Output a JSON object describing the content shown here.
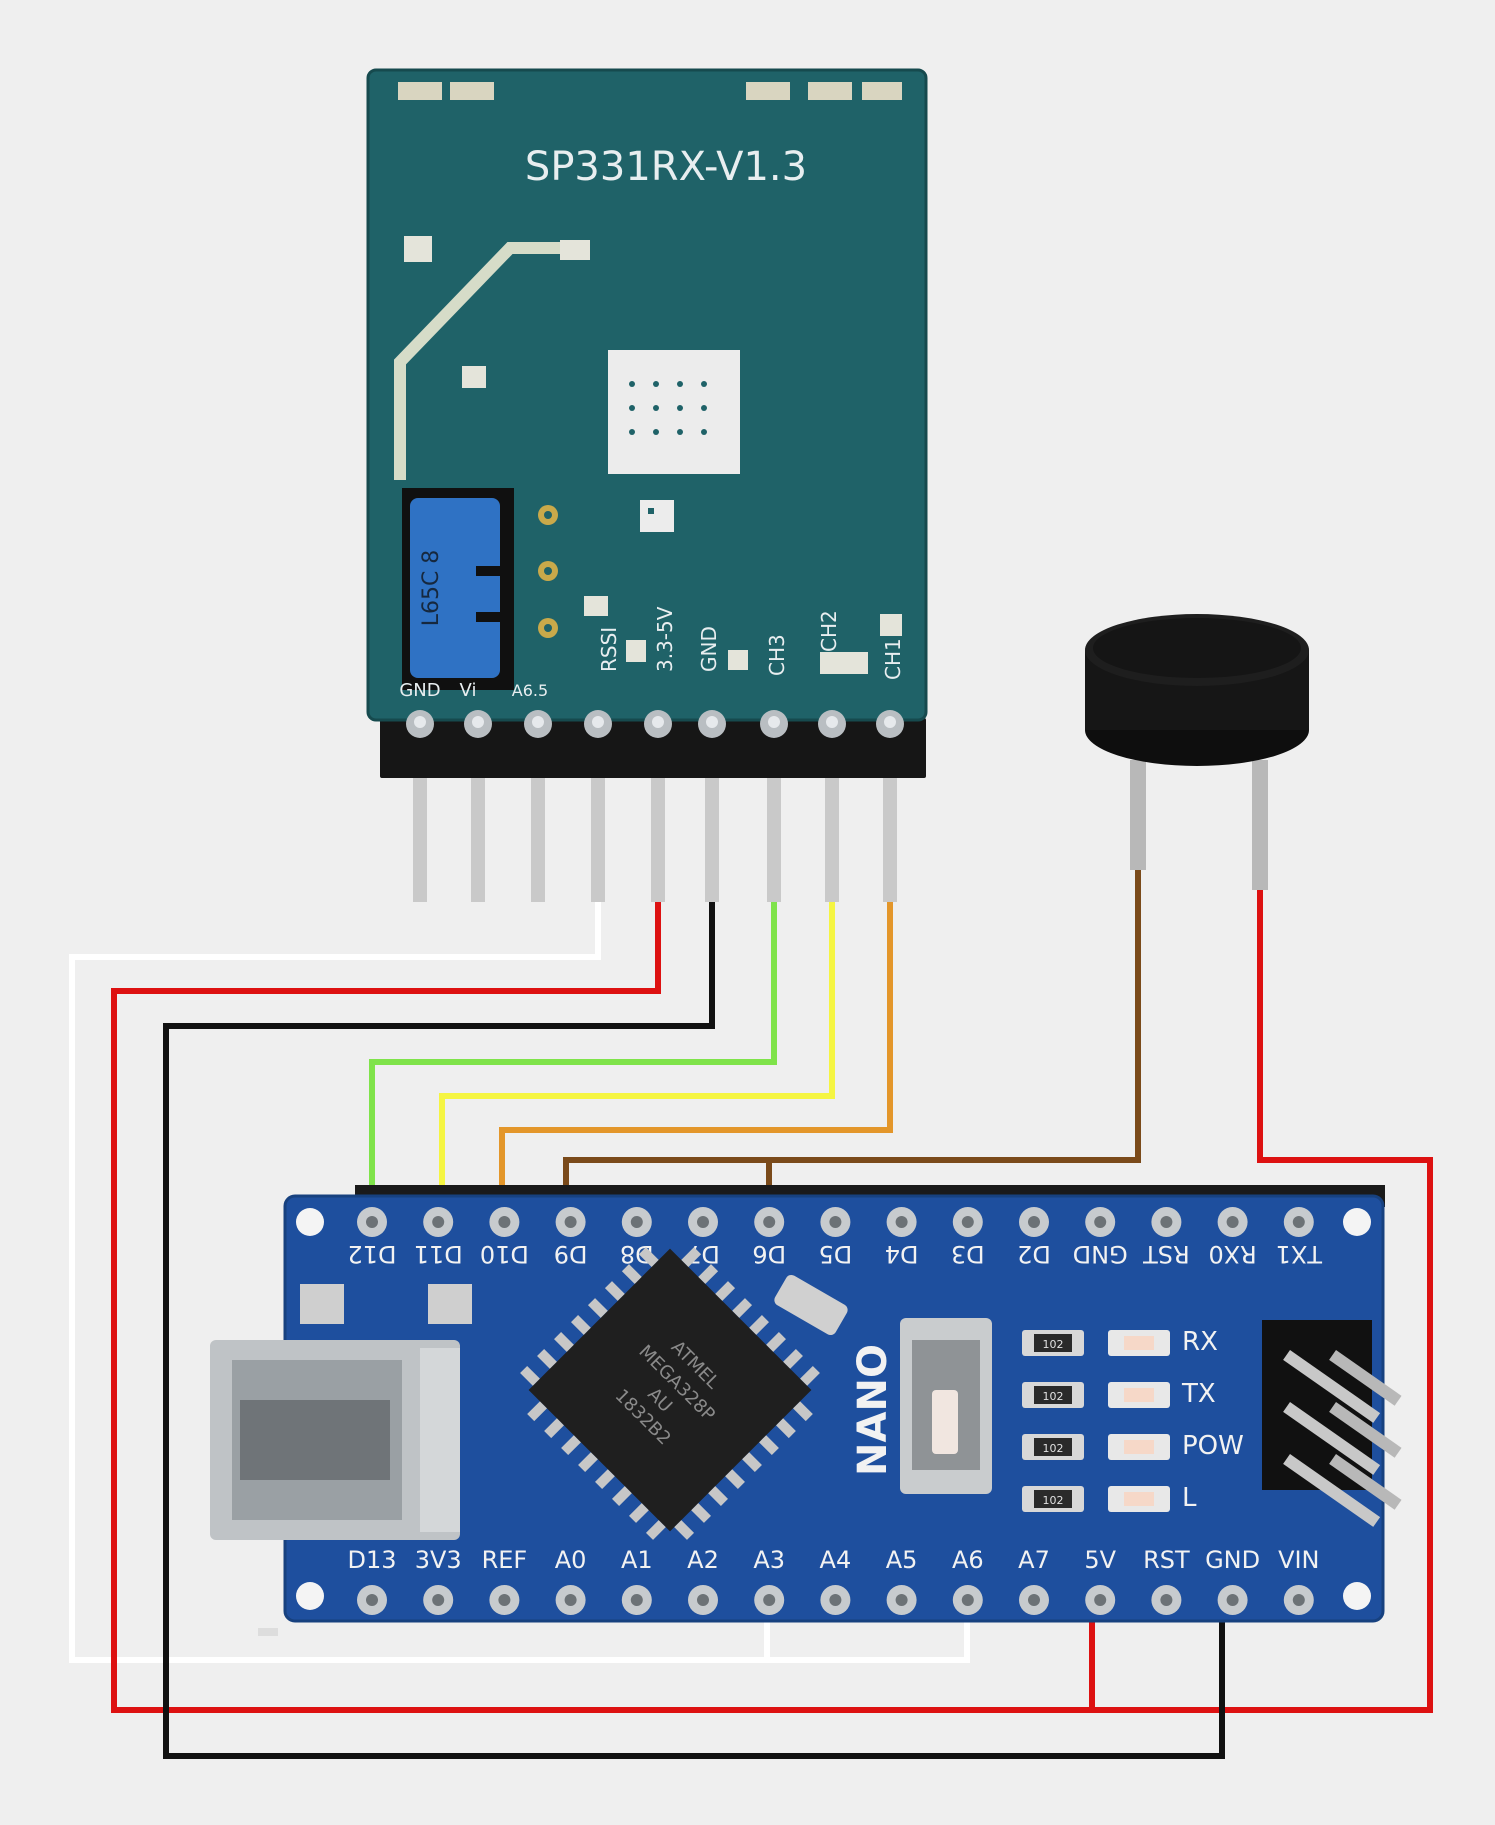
{
  "receiver": {
    "model": "SP331RX-V1.3",
    "chip_marking": "L65C 8",
    "labels": [
      "GND",
      "Vi",
      "A6.5",
      "RSSI",
      "3.3-5V",
      "GND",
      "CH3",
      "CH2",
      "CH1"
    ]
  },
  "nano": {
    "board_label": "NANO",
    "top_pins": [
      "D12",
      "D11",
      "D10",
      "D9",
      "D8",
      "D7",
      "D6",
      "D5",
      "D4",
      "D3",
      "D2",
      "GND",
      "RST",
      "RX0",
      "TX1"
    ],
    "bottom_pins": [
      "D13",
      "3V3",
      "REF",
      "A0",
      "A1",
      "A2",
      "A3",
      "A4",
      "A5",
      "A6",
      "A7",
      "5V",
      "RST",
      "GND",
      "VIN"
    ],
    "leds": [
      "RX",
      "TX",
      "POW",
      "L"
    ],
    "resistor_code": "102",
    "mcu_text": [
      "ATMEL",
      "MEGA328P",
      "AU",
      "1832B2"
    ]
  },
  "wire_colors": {
    "white": "#ffffff",
    "red": "#dd1111",
    "black": "#111111",
    "green": "#7fe34a",
    "yellow": "#f5f542",
    "orange": "#e3962a",
    "brown": "#7a4a1a"
  },
  "connections": [
    {
      "from": "A6.5 / RSSI",
      "to": "A3, A6",
      "color": "white"
    },
    {
      "from": "3.3-5V",
      "to": "5V",
      "color": "red"
    },
    {
      "from": "GND",
      "to": "GND",
      "color": "black"
    },
    {
      "from": "CH3",
      "to": "D12",
      "color": "green"
    },
    {
      "from": "CH2",
      "to": "D11",
      "color": "yellow"
    },
    {
      "from": "CH1",
      "to": "D10",
      "color": "orange"
    },
    {
      "from": "buzzer -",
      "to": "D9, D6",
      "color": "brown"
    },
    {
      "from": "buzzer +",
      "to": "5V",
      "color": "red"
    }
  ]
}
